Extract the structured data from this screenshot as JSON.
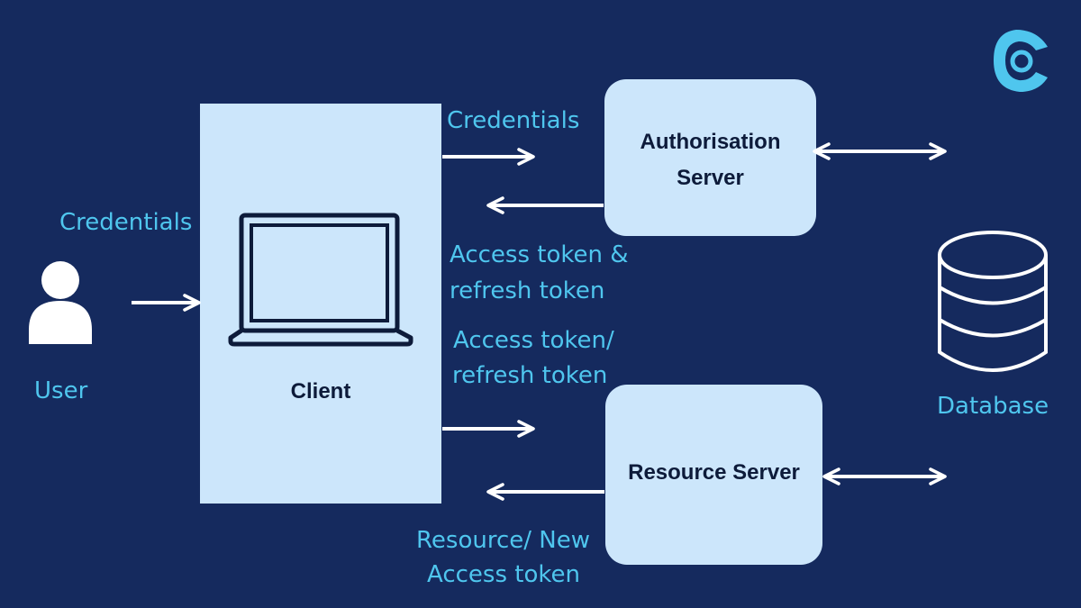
{
  "labels": {
    "user_credentials": "Credentials",
    "user": "User",
    "client": "Client",
    "auth_credentials": "Credentials",
    "access_refresh_line1": "Access token  &",
    "access_refresh_line2": "refresh token",
    "access_or_refresh_line1": "Access token/",
    "access_or_refresh_line2": "refresh token",
    "resource_line1": "Resource/ New",
    "resource_line2": "Access token",
    "authorisation_server": "Authorisation\nServer",
    "resource_server": "Resource  Server",
    "database": "Database"
  },
  "icons": {
    "logo": "c-logo-icon",
    "user": "user-icon",
    "laptop": "laptop-icon",
    "database": "database-icon"
  },
  "colors": {
    "background": "#152a5e",
    "box_fill": "#cce6fb",
    "label_text": "#4fc6ee",
    "arrow": "#ffffff",
    "box_text": "#0d1b3a",
    "logo": "#4fc6ee"
  }
}
